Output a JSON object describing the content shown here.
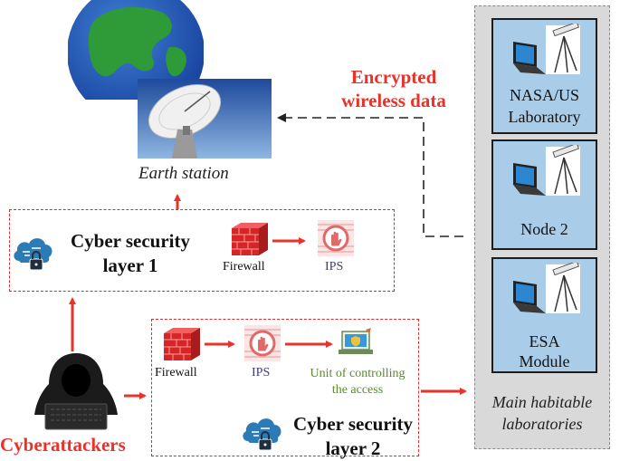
{
  "earth_station": {
    "label": "Earth station"
  },
  "link": {
    "line1": "Encrypted",
    "line2": "wireless data"
  },
  "layer1": {
    "title_line1": "Cyber security",
    "title_line2": "layer 1",
    "firewall_label": "Firewall",
    "ips_label": "IPS"
  },
  "layer2": {
    "title_line1": "Cyber security",
    "title_line2": "layer 2",
    "firewall_label": "Firewall",
    "ips_label": "IPS",
    "access_line1": "Unit of controlling",
    "access_line2": "the access"
  },
  "attackers": {
    "label": "Cyberattackers"
  },
  "labs": {
    "caption_line1": "Main habitable",
    "caption_line2": "laboratories",
    "items": [
      {
        "line1": "NASA/US",
        "line2": "Laboratory"
      },
      {
        "line1": "Node 2"
      },
      {
        "line1": "ESA",
        "line2": "Module"
      }
    ]
  },
  "colors": {
    "accent_red": "#e8332a",
    "lab_blue": "#a9cde8",
    "panel_gray": "#d9d9d9",
    "access_green": "#5a8a2e",
    "ips_purple": "#3d3d7a"
  }
}
